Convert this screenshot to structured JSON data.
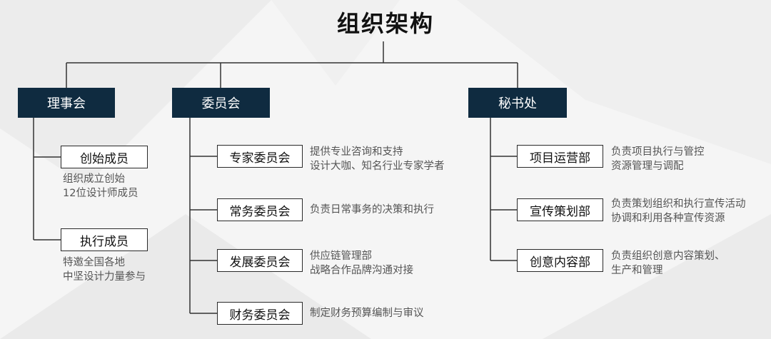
{
  "title": "组织架构",
  "departments": [
    {
      "label": "理事会",
      "members": [
        {
          "label": "创始成员",
          "desc": [
            "组织成立创始",
            "12位设计师成员"
          ]
        },
        {
          "label": "执行成员",
          "desc": [
            "特邀全国各地",
            "中坚设计力量参与"
          ]
        }
      ]
    },
    {
      "label": "委员会",
      "members": [
        {
          "label": "专家委员会",
          "desc": [
            "提供专业咨询和支持",
            "设计大咖、知名行业专家学者"
          ]
        },
        {
          "label": "常务委员会",
          "desc": [
            "负责日常事务的决策和执行"
          ]
        },
        {
          "label": "发展委员会",
          "desc": [
            "供应链管理部",
            "战略合作品牌沟通对接"
          ]
        },
        {
          "label": "财务委员会",
          "desc": [
            "制定财务预算编制与审议"
          ]
        }
      ]
    },
    {
      "label": "秘书处",
      "members": [
        {
          "label": "项目运营部",
          "desc": [
            "负责项目执行与管控",
            "资源管理与调配"
          ]
        },
        {
          "label": "宣传策划部",
          "desc": [
            "负责策划组织和执行宣传活动",
            "协调和利用各种宣传资源"
          ]
        },
        {
          "label": "创意内容部",
          "desc": [
            "负责组织创意内容策划、",
            "生产和管理"
          ]
        }
      ]
    }
  ]
}
